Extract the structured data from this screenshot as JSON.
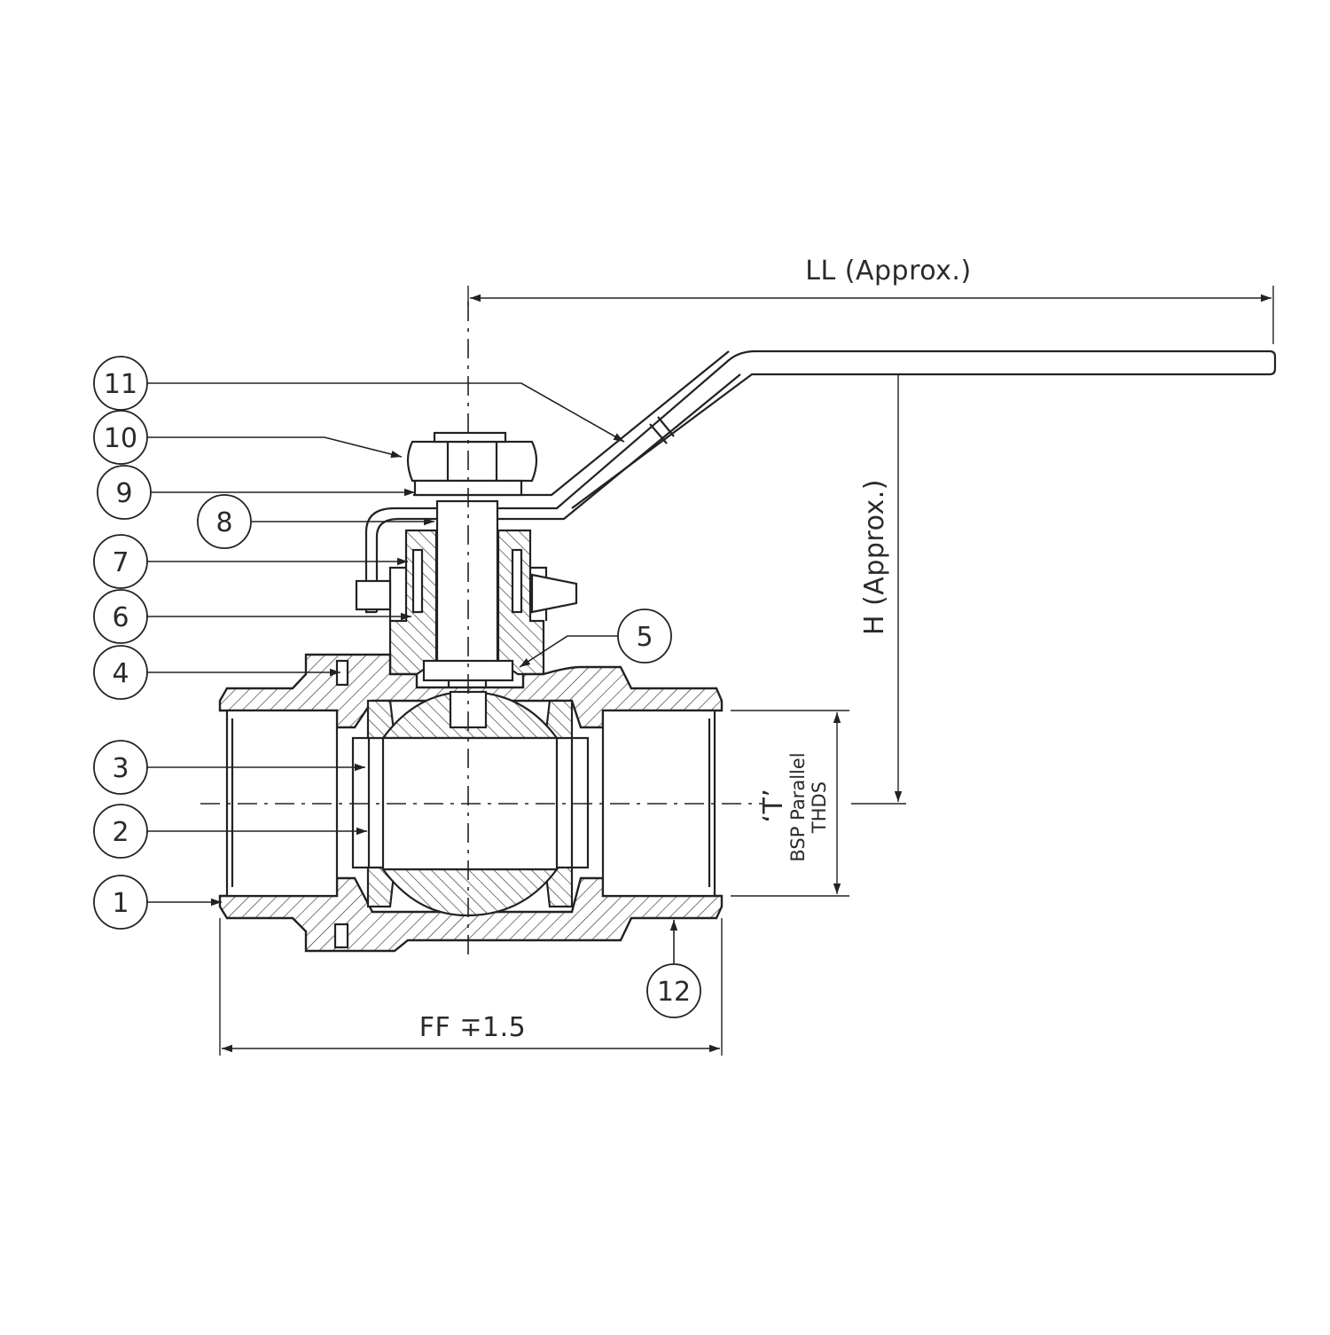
{
  "dimensions": {
    "ll": "LL (Approx.)",
    "h": "H (Approx.)",
    "ff": "FF ∓1.5",
    "thread_t": "‘T’",
    "thread_bsp": "BSP Parallel",
    "thread_thds": "THDS"
  },
  "balloons": [
    "1",
    "2",
    "3",
    "4",
    "5",
    "6",
    "7",
    "8",
    "9",
    "10",
    "11",
    "12"
  ],
  "colors": {
    "line": "#222222",
    "background": "#ffffff"
  }
}
